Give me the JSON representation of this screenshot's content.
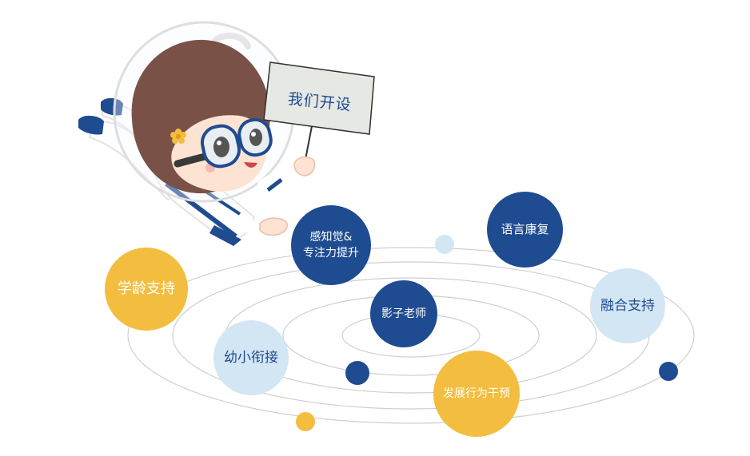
{
  "sign": {
    "text": "我们开设"
  },
  "planets": [
    {
      "id": "sensory",
      "lines": [
        "感知觉&",
        "专注力提升"
      ],
      "style": "dark"
    },
    {
      "id": "speech",
      "lines": [
        "语言康复"
      ],
      "style": "dark"
    },
    {
      "id": "school",
      "lines": [
        "学龄支持"
      ],
      "style": "gold"
    },
    {
      "id": "shadow",
      "lines": [
        "影子老师"
      ],
      "style": "dark"
    },
    {
      "id": "inclusion",
      "lines": [
        "融合支持"
      ],
      "style": "light"
    },
    {
      "id": "bridge",
      "lines": [
        "幼小衔接"
      ],
      "style": "light"
    },
    {
      "id": "behavior",
      "lines": [
        "发展行为干预"
      ],
      "style": "gold"
    }
  ],
  "colors": {
    "navy": "#1f4b91",
    "gold": "#f3bd3f",
    "lightblue": "#d3e6f4",
    "orbit": "#cfcfcf",
    "hair": "#7a5147"
  }
}
